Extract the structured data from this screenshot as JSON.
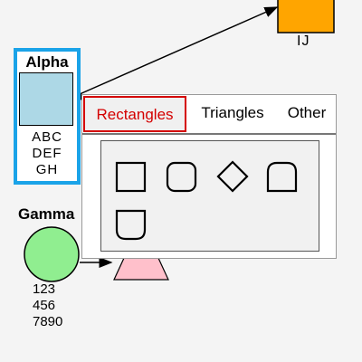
{
  "alpha": {
    "title": "Alpha",
    "lines": [
      "ABC",
      "DEF",
      "GH"
    ]
  },
  "ij": {
    "label": "IJ"
  },
  "gamma": {
    "label": "Gamma",
    "lines": [
      "123",
      "456",
      "7890"
    ]
  },
  "picker": {
    "tabs": [
      {
        "label": "Rectangles",
        "selected": true
      },
      {
        "label": "Triangles",
        "selected": false
      },
      {
        "label": "Other",
        "selected": false
      }
    ],
    "shapes": [
      "square",
      "rounded-square",
      "diamond",
      "rounded-top-rectangle",
      "rounded-bottom-rectangle"
    ]
  },
  "colors": {
    "alpha_border": "#1aa3e8",
    "alpha_fill": "#add8e6",
    "ij_fill": "#ffa500",
    "gamma_fill": "#90ee90",
    "trapezoid_fill": "#ffc0cb",
    "selected_tab": "#d40000"
  }
}
